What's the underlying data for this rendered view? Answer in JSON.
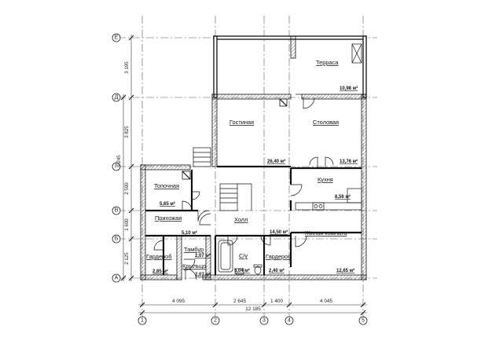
{
  "axes": {
    "letters": [
      "Е",
      "Д",
      "Г",
      "В",
      "Б",
      "А"
    ],
    "numbers": [
      "1",
      "2",
      "3",
      "4",
      "5"
    ]
  },
  "dimensions": {
    "bottom_segments": [
      "4 095",
      "2 645",
      "1 400",
      "4 045"
    ],
    "bottom_total": "12 185",
    "left_segments": [
      "3 195",
      "3 825",
      "2 500",
      "1 600",
      "2 125"
    ],
    "left_total": "9 245"
  },
  "rooms": [
    {
      "key": "terrace",
      "name": "Терраса",
      "area": "10,98 м²"
    },
    {
      "key": "living_room",
      "name": "Гостиная",
      "area": "26,40 м²"
    },
    {
      "key": "dining",
      "name": "Столовая",
      "area": "13,76 м²"
    },
    {
      "key": "furnace",
      "name": "Топочная",
      "area": "5,65 м²"
    },
    {
      "key": "kitchen",
      "name": "Кухня",
      "area": "8,56 м²"
    },
    {
      "key": "hallway",
      "name": "Прихожая",
      "area": "5,10 м²"
    },
    {
      "key": "hall",
      "name": "Холл",
      "area": "14,50 м²"
    },
    {
      "key": "bedroom",
      "name": "Жилая комната",
      "area": "12,65 м²"
    },
    {
      "key": "wardrobe_left",
      "name": "Гардероб",
      "area": "2,85 м²"
    },
    {
      "key": "vestibule",
      "name": "Тамбур",
      "area": "2,07 м²"
    },
    {
      "key": "porch",
      "name": "Крыльцо",
      "area": "2,07 м²"
    },
    {
      "key": "bathroom",
      "name": "С/у",
      "area": "5,04 м²"
    },
    {
      "key": "wardrobe_right",
      "name": "Гардероб",
      "area": "2,40 м²"
    }
  ]
}
